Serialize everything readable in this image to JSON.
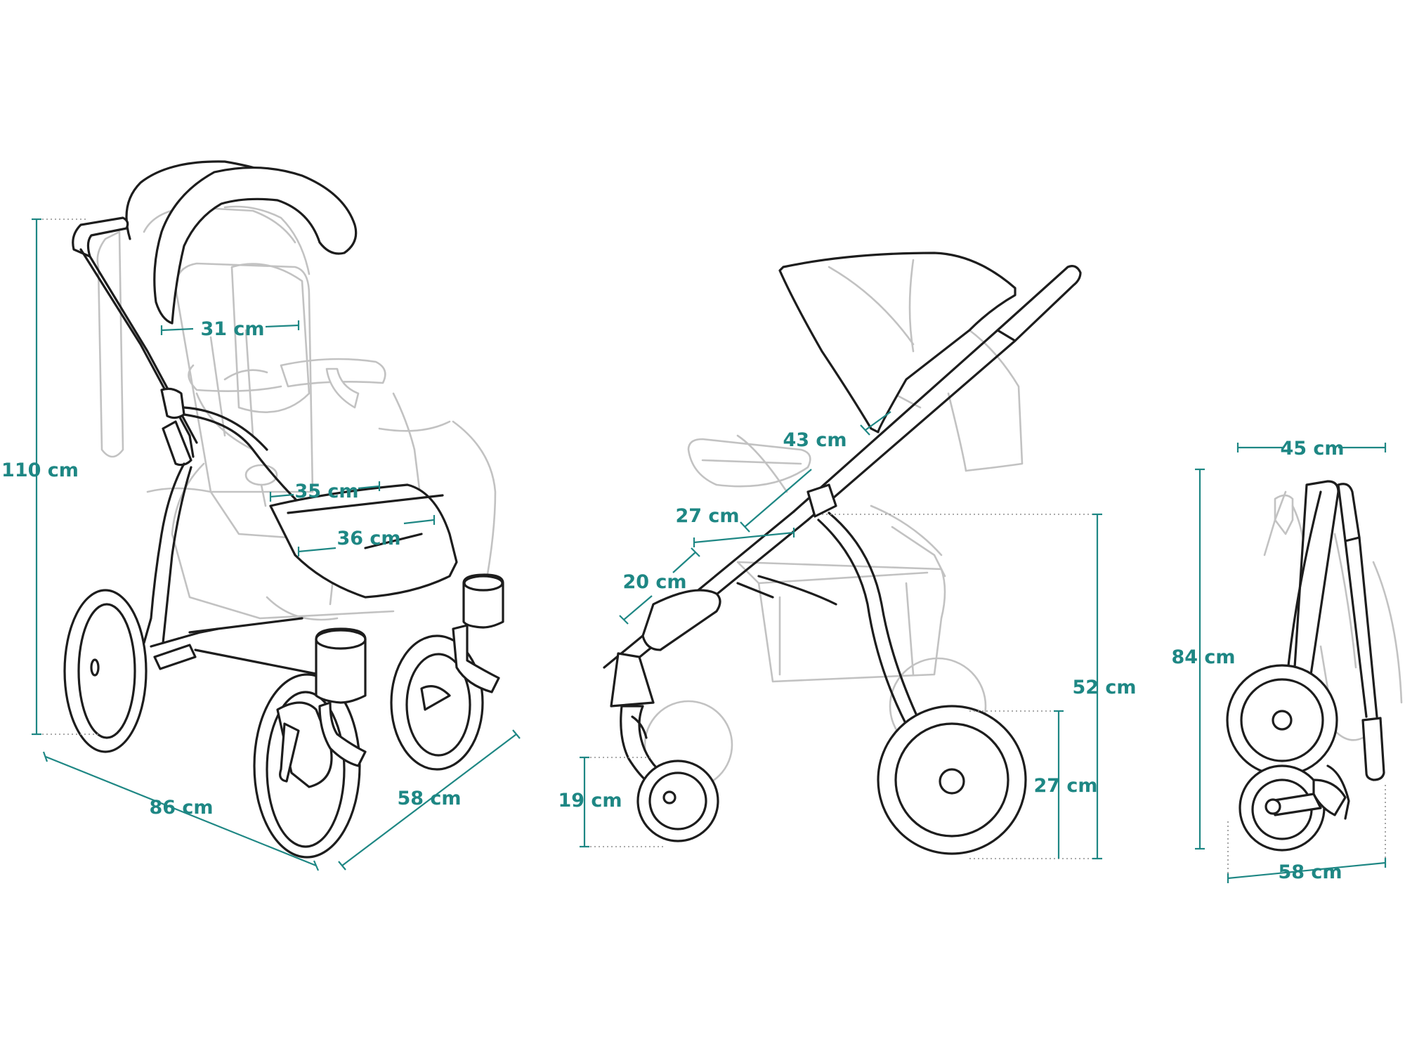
{
  "accent_color": "#1e8784",
  "views": {
    "front": {
      "height": "110 cm",
      "length": "86 cm",
      "width": "58 cm",
      "backrest_width": "31 cm",
      "seat_width": "35 cm",
      "footrest_width": "36 cm"
    },
    "side": {
      "canopy_length": "43 cm",
      "seat_depth": "27 cm",
      "footrest_length": "20 cm",
      "seat_height": "52 cm",
      "rear_wheel": "27 cm",
      "front_wheel": "19 cm"
    },
    "folded": {
      "depth": "45 cm",
      "height": "84 cm",
      "width": "58 cm"
    }
  }
}
